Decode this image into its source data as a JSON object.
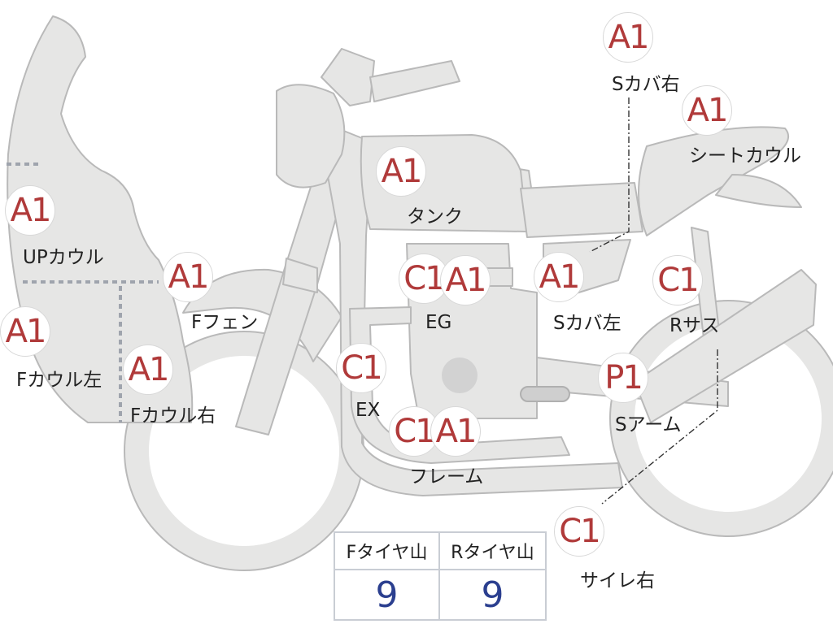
{
  "colors": {
    "body_fill": "#e6e6e5",
    "body_stroke": "#b9b9b9",
    "grade_text": "#b03a3a",
    "tire_value": "#2b3f8f",
    "dotted": "#9fa4ad"
  },
  "parts": [
    {
      "id": "s-cover-right",
      "grade": "A1",
      "label": "Sカバ右"
    },
    {
      "id": "seat-cowl",
      "grade": "A1",
      "label": "シートカウル"
    },
    {
      "id": "tank",
      "grade": "A1",
      "label": "タンク"
    },
    {
      "id": "up-cowl",
      "grade": "A1",
      "label": "UPカウル"
    },
    {
      "id": "f-fender",
      "grade": "A1",
      "label": "Fフェン"
    },
    {
      "id": "engine",
      "grade": "C1",
      "grade2": "A1",
      "label": "EG"
    },
    {
      "id": "s-cover-left",
      "grade": "A1",
      "label": "Sカバ左"
    },
    {
      "id": "r-suspension",
      "grade": "C1",
      "label": "Rサス"
    },
    {
      "id": "f-cowl-left",
      "grade": "A1",
      "label": "Fカウル左"
    },
    {
      "id": "f-cowl-right",
      "grade": "A1",
      "label": "Fカウル右"
    },
    {
      "id": "exhaust",
      "grade": "C1",
      "label": "EX"
    },
    {
      "id": "swing-arm",
      "grade": "P1",
      "label": "Sアーム"
    },
    {
      "id": "frame",
      "grade": "C1",
      "grade2": "A1",
      "label": "フレーム"
    },
    {
      "id": "silencer-right",
      "grade": "C1",
      "label": "サイレ右"
    }
  ],
  "tire_table": {
    "headers": [
      "Fタイヤ山",
      "Rタイヤ山"
    ],
    "values": [
      "9",
      "9"
    ]
  }
}
